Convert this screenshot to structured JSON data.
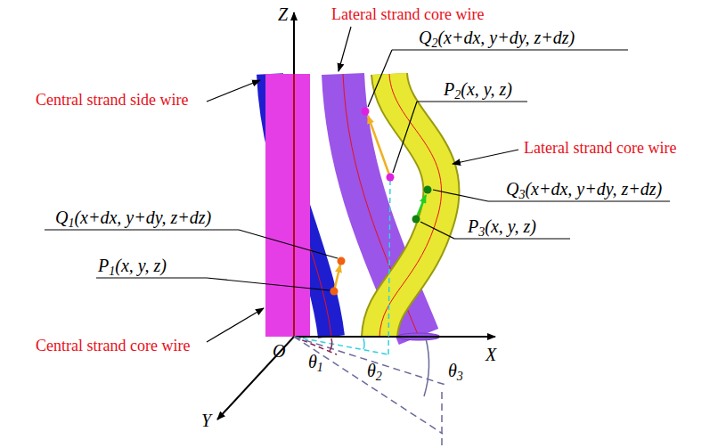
{
  "diagram": {
    "labels": [
      "Z",
      "Lateral strand core wire",
      "Q2(x+dx, y+dy, z+dz)",
      "P2(x, y, z)",
      "Central strand side wire",
      "Lateral strand core wire",
      "Q3(x+dx, y+dy, z+dz)",
      "P3(x, y, z)",
      "Q1(x+dx, y+dy, z+dz)",
      "P1(x, y, z)",
      "Central strand core wire",
      "O",
      "X",
      "Y",
      "θ1",
      "θ2",
      "θ3"
    ]
  }
}
